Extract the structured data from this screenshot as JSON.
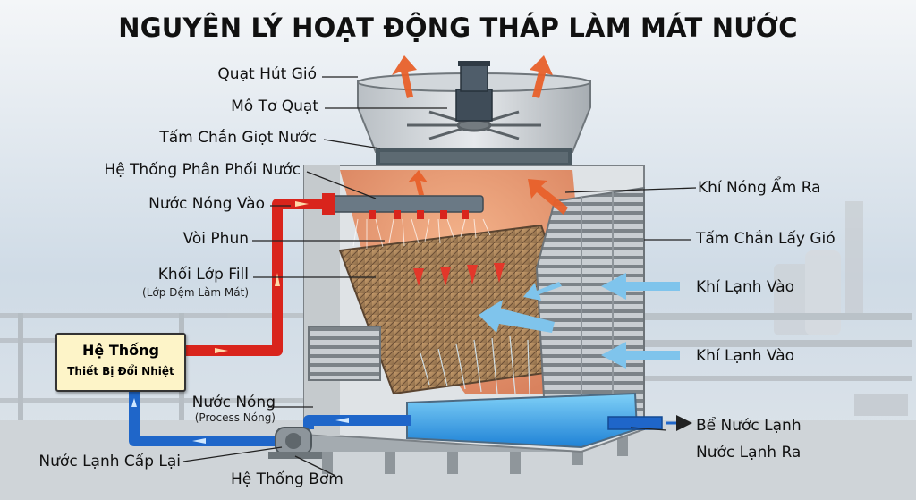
{
  "title": "NGUYÊN LÝ HOẠT ĐỘNG THÁP LÀM MÁT NƯỚC",
  "labels_left": {
    "fan": "Quạt Hút Gió",
    "motor": "Mô Tơ Quạt",
    "drift": "Tấm Chắn Giọt Nước",
    "distribution": "Hệ Thống Phân Phối Nước",
    "hot_in": "Nước Nóng Vào",
    "nozzle": "Vòi Phun",
    "fill": "Khối Lớp Fill",
    "fill_sub": "(Lớp Đệm Làm Mát)",
    "hot_water": "Nước Nóng",
    "hot_water_sub": "(Process Nóng)",
    "cold_return": "Nước Lạnh Cấp Lại",
    "pump": "Hệ Thống Bơm"
  },
  "labels_right": {
    "hot_air_out": "Khí Nóng Ẩm Ra",
    "louver": "Tấm Chắn Lấy Gió",
    "cold_air_1": "Khí Lạnh Vào",
    "cold_air_2": "Khí Lạnh Vào",
    "basin": "Bể Nước Lạnh",
    "cold_out": "Nước Lạnh Ra"
  },
  "exchanger": {
    "line1": "Hệ Thống",
    "line2": "Thiết Bị Đổi Nhiệt"
  },
  "colors": {
    "hot_pipe": "#d9241c",
    "cold_pipe": "#1f66c9",
    "hot_air": "#e8602a",
    "cold_air": "#7fc4ec",
    "water": "#3aa6e6"
  }
}
